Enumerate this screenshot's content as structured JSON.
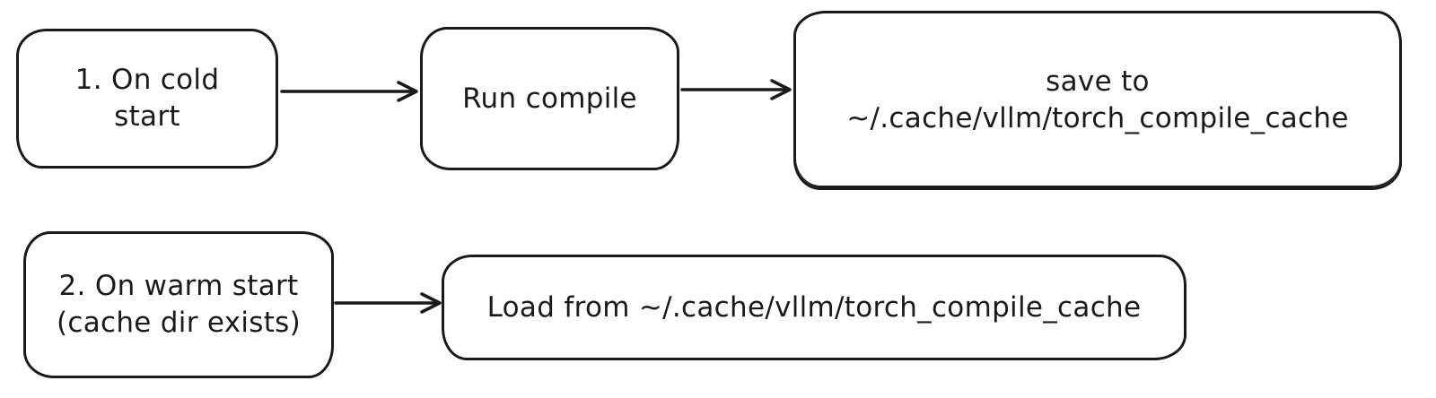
{
  "canvas": {
    "background": "#ffffff",
    "stroke": "#1a1a1a"
  },
  "flow_cold": {
    "node_cold_start": {
      "line1": "1. On cold",
      "line2": "start"
    },
    "node_run_compile": {
      "label": "Run compile"
    },
    "node_save_cache": {
      "line1": "save to",
      "line2": "~/.cache/vllm/torch_compile_cache"
    }
  },
  "flow_warm": {
    "node_warm_start": {
      "line1": "2. On warm start",
      "line2": "(cache dir exists)"
    },
    "node_load_cache": {
      "label": "Load from ~/.cache/vllm/torch_compile_cache"
    }
  }
}
